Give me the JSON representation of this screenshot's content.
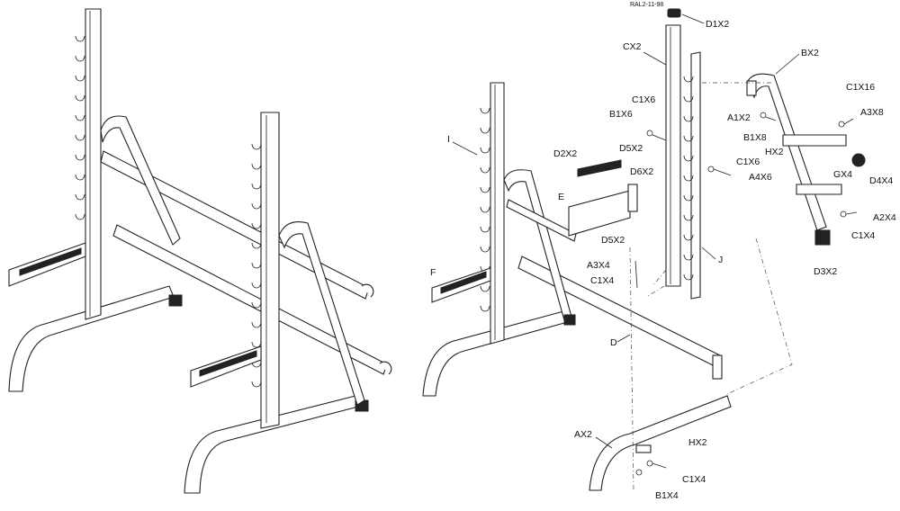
{
  "drawing_ref": "RAL2-11-98",
  "labels": {
    "D1X2": "D1X2",
    "CX2": "CX2",
    "BX2": "BX2",
    "C1X16": "C1X16",
    "A3X8": "A3X8",
    "C1X6_a": "C1X6",
    "B1X6": "B1X6",
    "A1X2": "A1X2",
    "B1X8": "B1X8",
    "HX2_top": "HX2",
    "I": "I",
    "D2X2": "D2X2",
    "D5X2_a": "D5X2",
    "D6X2": "D6X2",
    "C1X6_b": "C1X6",
    "A4X6": "A4X6",
    "GX4": "GX4",
    "D4X4": "D4X4",
    "E": "E",
    "A2X4": "A2X4",
    "C1X4_a": "C1X4",
    "D5X2_b": "D5X2",
    "A3X4": "A3X4",
    "J": "J",
    "D3X2": "D3X2",
    "C1X4_b": "C1X4",
    "F": "F",
    "D": "D",
    "AX2": "AX2",
    "HX2_bottom": "HX2",
    "C1X4_c": "C1X4",
    "B1X4": "B1X4"
  }
}
